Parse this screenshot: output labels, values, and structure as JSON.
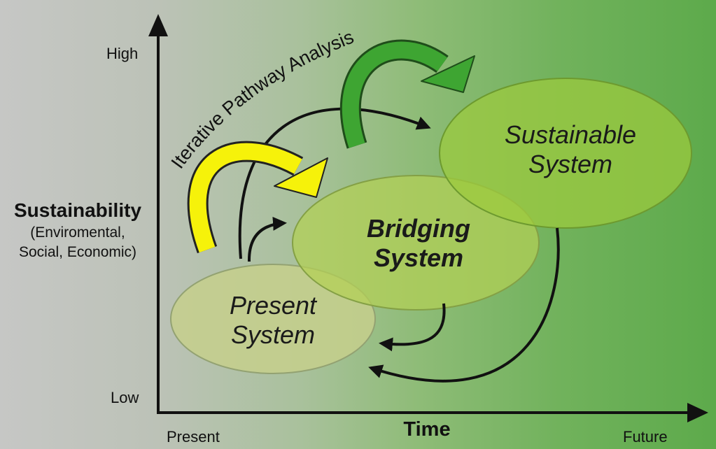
{
  "axes": {
    "y_high": "High",
    "y_low": "Low",
    "y_title": "Sustainability",
    "y_subtitle_line1": "(Enviromental,",
    "y_subtitle_line2": "Social, Economic)",
    "x_title": "Time",
    "x_start": "Present",
    "x_end": "Future"
  },
  "systems": {
    "present": {
      "line1": "Present",
      "line2": "System"
    },
    "bridging": {
      "line1": "Bridging",
      "line2": "System"
    },
    "sustainable": {
      "line1": "Sustainable",
      "line2": "System"
    }
  },
  "pathway_label": "Iterative Pathway Analysis",
  "colors": {
    "present_fill": "#c6cf8c",
    "bridging_fill": "#b3d055",
    "sustainable_fill": "#9ccb3d",
    "yellow_arrow": "#f6f20a",
    "green_arrow": "#3ea532",
    "line": "#111111"
  }
}
